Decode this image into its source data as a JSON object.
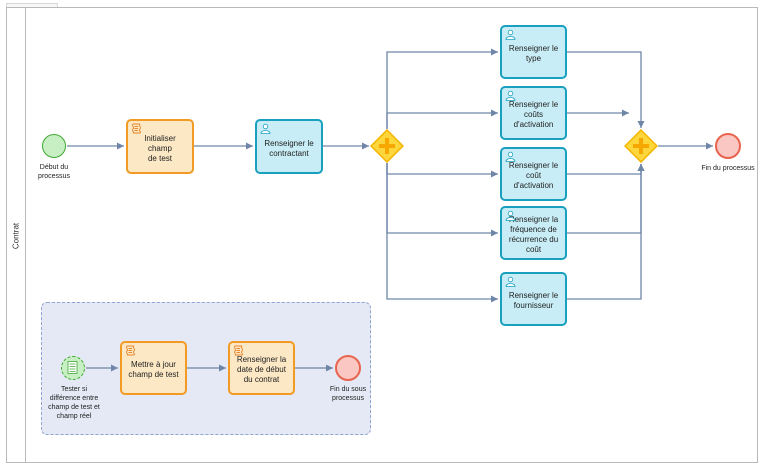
{
  "lane": {
    "label": "Contrat"
  },
  "events": {
    "start": {
      "label_lines": [
        "Début du",
        "processus"
      ]
    },
    "end": {
      "label": "Fin du processus"
    },
    "sub_start": {
      "label_lines": [
        "Tester si",
        "différence entre",
        "champ de test et",
        "champ réel"
      ]
    },
    "sub_end": {
      "label_lines": [
        "Fin du sous",
        "processus"
      ]
    }
  },
  "tasks": {
    "init": {
      "label_lines": [
        "Initialiser champ",
        "de test"
      ],
      "kind": "script"
    },
    "contractant": {
      "label_lines": [
        "Renseigner le",
        "contractant"
      ],
      "kind": "user"
    },
    "type": {
      "label_lines": [
        "Renseigner le",
        "type"
      ],
      "kind": "user"
    },
    "couts": {
      "label_lines": [
        "Renseigner le",
        "coûts",
        "d'activation"
      ],
      "kind": "user"
    },
    "cout": {
      "label_lines": [
        "Renseigner le",
        "coût d'activation"
      ],
      "kind": "user"
    },
    "frequence": {
      "label_lines": [
        "Renseigner la",
        "fréquence de",
        "récurrence du",
        "coût"
      ],
      "kind": "user"
    },
    "fournisseur": {
      "label_lines": [
        "Renseigner le",
        "fournisseur"
      ],
      "kind": "user"
    },
    "maj": {
      "label_lines": [
        "Mettre à jour",
        "champ de test"
      ],
      "kind": "script"
    },
    "date": {
      "label_lines": [
        "Renseigner la",
        "date de début",
        "du contrat"
      ],
      "kind": "script"
    }
  },
  "colors": {
    "user_fill": "#c8edf6",
    "user_stroke": "#1aa0bf",
    "script_fill": "#fce8c5",
    "script_stroke": "#f29b24",
    "gateway_fill": "#fcd63b",
    "gateway_stroke": "#f4b400",
    "edge": "#6f86a8"
  }
}
